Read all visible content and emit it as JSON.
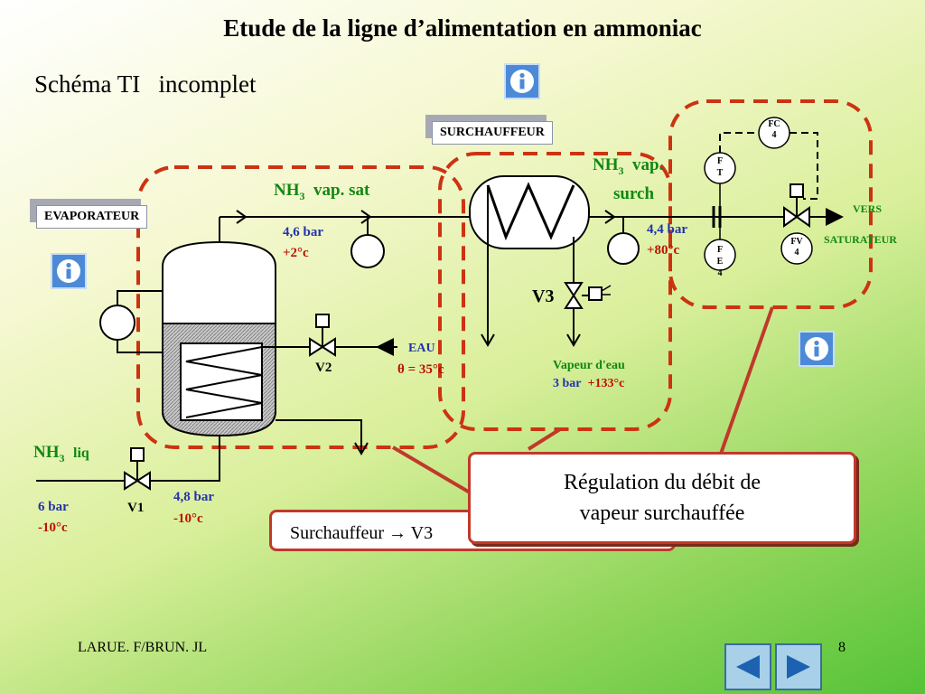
{
  "title": "Etude de la ligne d’alimentation en ammoniac",
  "subtitle": "Schéma TI   incomplet",
  "tags": {
    "evaporateur": "EVAPORATEUR",
    "surchauffeur": "SURCHAUFFEUR"
  },
  "labels": {
    "nh3_vap_sat_base": "NH",
    "nh3_vap_sat_sub": "3",
    "nh3_vap_sat_rest": "vap. sat",
    "nh3_vap_surch_base": "NH",
    "nh3_vap_surch_sub": "3",
    "nh3_vap_surch_rest": "vap.",
    "nh3_vap_surch_line2": "surch",
    "nh3_liq_base": "NH",
    "nh3_liq_sub": "3",
    "nh3_liq_rest": "liq",
    "p1": "4,6 bar",
    "t1": "+2°c",
    "p2": "4,4 bar",
    "t2": "+80°c",
    "p_in": "6 bar",
    "t_in": "-10°c",
    "p_out": "4,8 bar",
    "t_out": "-10°c",
    "v1": "V1",
    "v2": "V2",
    "v3": "V3",
    "eau": "EAU",
    "theta": "θ = 35°c",
    "vapeur": "Vapeur d'eau",
    "vapeur_p": "3 bar",
    "vapeur_t": "+133°c",
    "vers": "VERS",
    "saturateur": "SATURATEUR",
    "fc_a": "FC",
    "fc_b": "4",
    "ft_a": "F",
    "ft_b": "T",
    "fe_a": "F",
    "fe_b": "E",
    "fe_c": "4",
    "fv_a": "FV",
    "fv_b": "4"
  },
  "callouts": {
    "back": "Surchauffeur → V3",
    "front_line1": "Régulation du débit de",
    "front_line2": "vapeur surchauffée"
  },
  "footer": {
    "authors": "LARUE. F/BRUN. JL",
    "page": "8"
  },
  "colors": {
    "dashed_zone": "#cc3311",
    "pipe": "#000000",
    "accent_blue": "#2233aa",
    "accent_green": "#118811",
    "accent_red": "#bb1100"
  },
  "icons": [
    "info-icon",
    "prev-arrow-icon",
    "next-arrow-icon",
    "valve-icon",
    "heat-exchanger-icon"
  ]
}
